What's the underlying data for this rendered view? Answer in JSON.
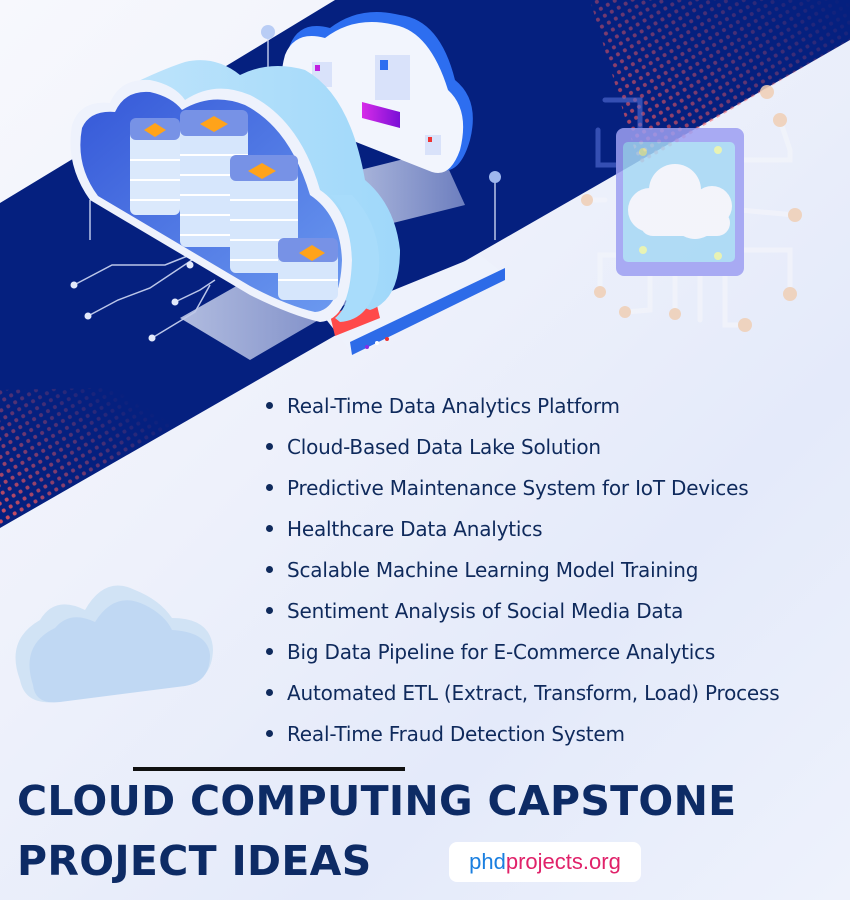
{
  "poster": {
    "title_line1": "CLOUD COMPUTING CAPSTONE",
    "title_line2": "PROJECT IDEAS",
    "ideas": [
      "Real-Time Data Analytics Platform",
      "Cloud-Based Data Lake Solution",
      "Predictive Maintenance System for IoT Devices",
      "Healthcare Data Analytics",
      "Scalable Machine Learning Model Training",
      "Sentiment Analysis of Social Media Data",
      "Big Data Pipeline for E-Commerce Analytics",
      "Automated ETL (Extract, Transform, Load) Process",
      "Real-Time Fraud Detection System"
    ],
    "brand": {
      "part1": "phd",
      "part2": "projects.org",
      "color_part1": "#1a7fe0",
      "color_part2": "#e0226a"
    }
  },
  "illustrations": {
    "main": "isometric-cloud-with-servers-icon",
    "secondary": "cloud-dashboard-icon",
    "chip": "cloud-chip-icon",
    "decor": "light-cloud-icon"
  },
  "colors": {
    "navy_band": "#05207f",
    "title_text": "#0d2b65",
    "list_text": "#0f2a5c",
    "halftone": "#ff5a5a",
    "server_accent": "#ffa31a"
  }
}
